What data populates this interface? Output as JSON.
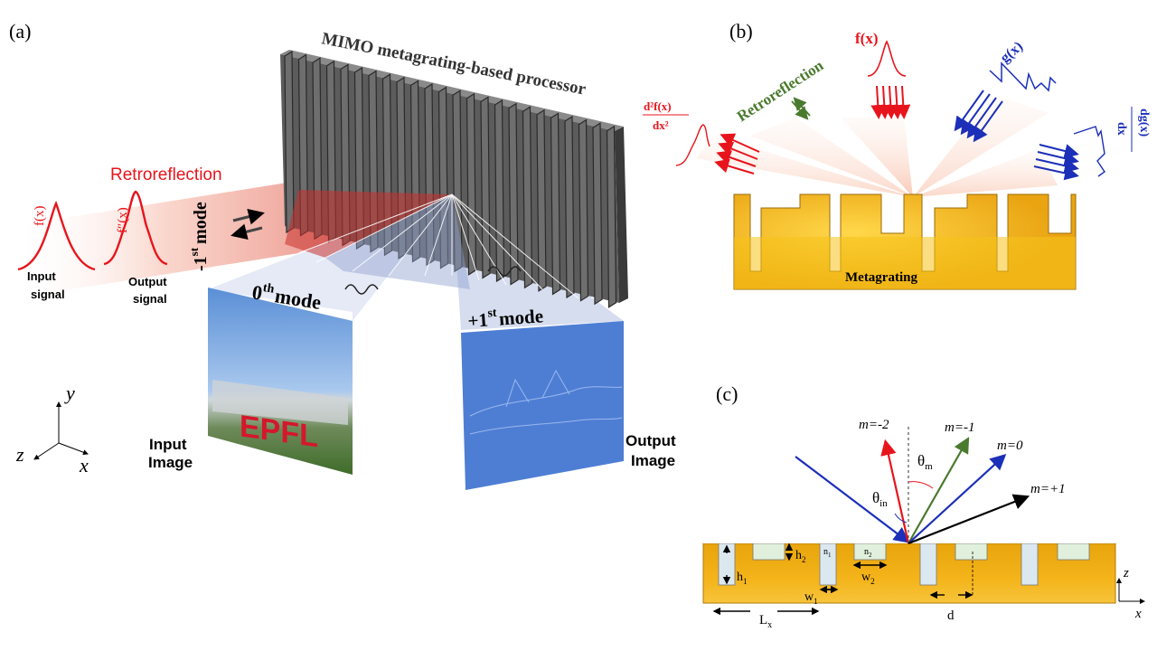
{
  "colors": {
    "red": "#e8141c",
    "green": "#4a7a2e",
    "blue": "#1b2fb8",
    "gold": "#f0b21a",
    "metal": "#5a5a5a"
  },
  "panel_a": {
    "label": "(a)",
    "title": "MIMO  metagrating-based processor",
    "retro": "Retroreflection",
    "mode_minus1": "-1",
    "mode_minus1_sup": "st",
    "mode_minus1_word": "mode",
    "mode0": "0",
    "mode0_sup": "th",
    "mode0_word": "mode",
    "mode_plus1": "+1",
    "mode_plus1_sup": "st",
    "mode_plus1_word": "mode",
    "fx": "f(x)",
    "fppx": "f″(x)",
    "input_signal": [
      "Input",
      "signal"
    ],
    "output_signal": [
      "Output",
      "signal"
    ],
    "input_image": [
      "Input",
      "Image"
    ],
    "output_image": [
      "Output",
      "Image"
    ],
    "sign_text": "EPFL",
    "axis_y": "y",
    "axis_z": "z",
    "axis_x": "x"
  },
  "panel_b": {
    "label": "(b)",
    "fx": "f(x)",
    "gx": "g(x)",
    "d2_num": "d²f(x)",
    "d2_den": "dx²",
    "dg_num": "dg(x)",
    "dg_den": "dx",
    "retro": "Retroreflection",
    "metagrating": "Metagrating"
  },
  "panel_c": {
    "label": "(c)",
    "m_minus2": "m=-2",
    "m_minus1": "m=-1",
    "m0": "m=0",
    "m_plus1": "m=+1",
    "theta_in": "θ",
    "theta_in_sub": "in",
    "theta_m": "θ",
    "theta_m_sub": "m",
    "h1": "h",
    "h1_sub": "1",
    "h2": "h",
    "h2_sub": "2",
    "n1": "n",
    "n1_sub": "1",
    "n2": "n",
    "n2_sub": "2",
    "w1": "w",
    "w1_sub": "1",
    "w2": "w",
    "w2_sub": "2",
    "lx": "L",
    "lx_sub": "x",
    "d": "d",
    "axis_z": "z",
    "axis_x": "x"
  }
}
